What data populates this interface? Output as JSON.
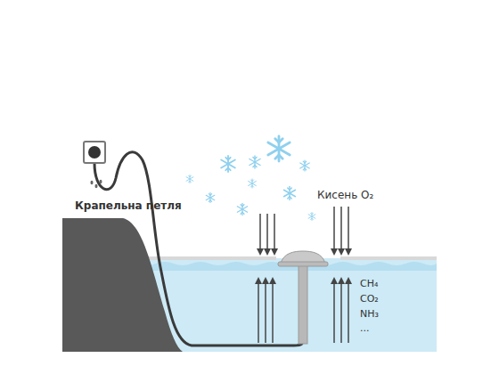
{
  "diagram": {
    "labels": [
      "Крапельна петля",
      "Кисень O₂",
      "CH₄",
      "CO₂",
      "NH₃",
      "..."
    ]
  }
}
